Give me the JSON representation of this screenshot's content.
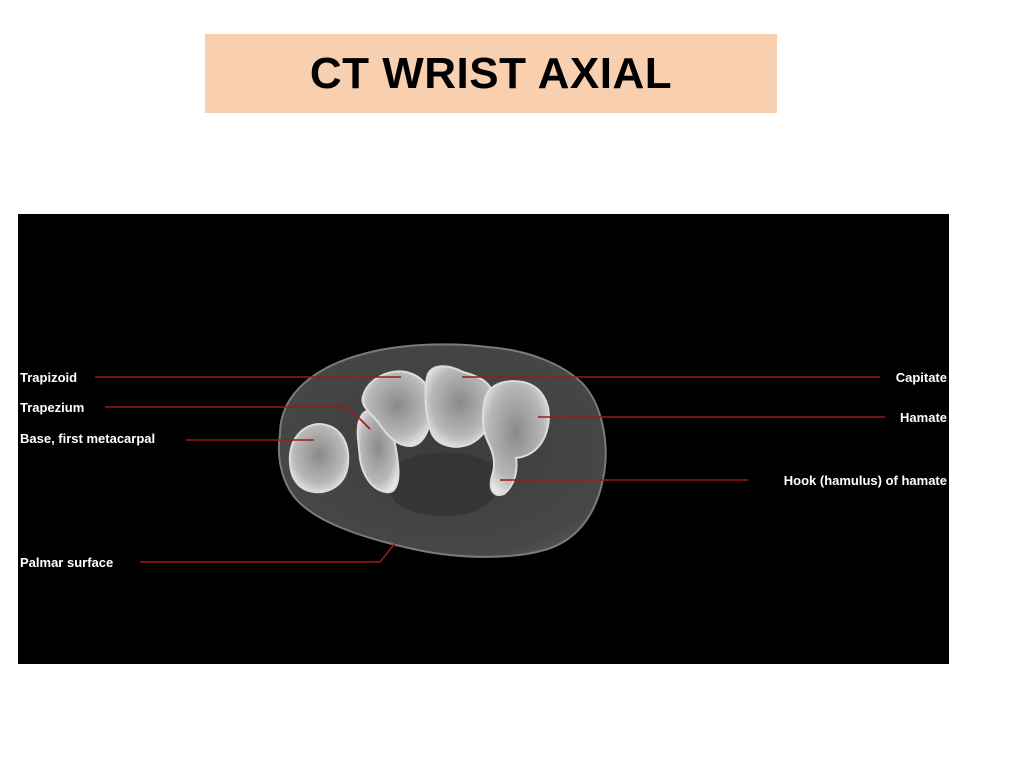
{
  "slide": {
    "title": "CT WRIST AXIAL",
    "title_bg_color": "#f8d0b0"
  },
  "figure": {
    "background_color": "#000000",
    "leader_line_color": "#a01818",
    "labels": {
      "trapizoid": "Trapizoid",
      "trapezium": "Trapezium",
      "base_first_metacarpal": "Base, first metacarpal",
      "palmar_surface": "Palmar surface",
      "capitate": "Capitate",
      "hamate": "Hamate",
      "hook_of_hamate": "Hook (hamulus) of hamate"
    }
  }
}
